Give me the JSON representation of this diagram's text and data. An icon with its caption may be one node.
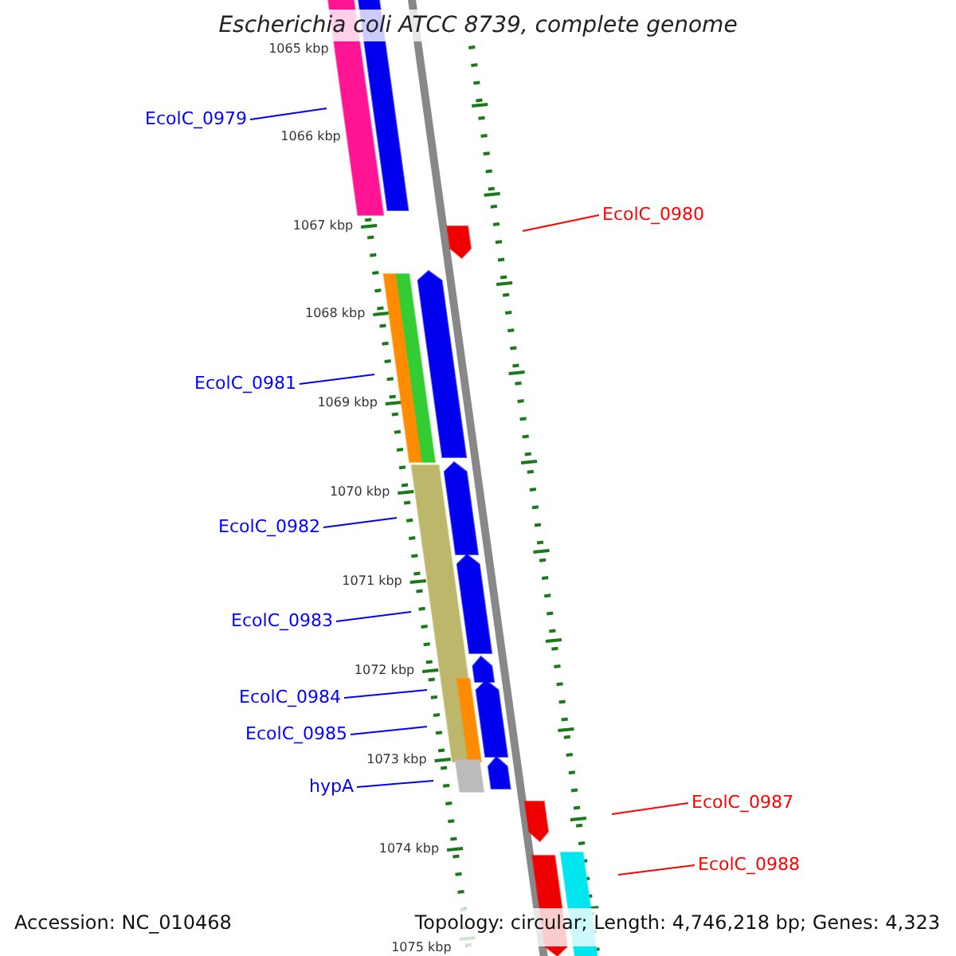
{
  "diagram": {
    "title": "Escherichia coli ATCC 8739, complete genome",
    "nodes": [
      {
        "text": [
          "EcolC_0979"
        ]
      },
      {
        "text": [
          "EcolC_0980"
        ]
      },
      {
        "text": [
          "EcolC_0981"
        ]
      },
      {
        "text": [
          "EcolC_0982"
        ]
      },
      {
        "text": [
          "EcolC_0983"
        ]
      },
      {
        "text": [
          "EcolC_0984"
        ]
      },
      {
        "text": [
          "EcolC_0985"
        ]
      },
      {
        "text": [
          "hypA"
        ]
      },
      {
        "text": [
          "EcolC_0987"
        ]
      },
      {
        "text": [
          "EcolC_0988"
        ]
      }
    ],
    "edges": [
      {
        "from": 0,
        "to": null,
        "arrow": "none"
      },
      {
        "from": 1,
        "to": null,
        "arrow": "none",
        "color": "#ff0000"
      },
      {
        "from": 2,
        "to": null,
        "arrow": "none"
      },
      {
        "from": 3,
        "to": null,
        "arrow": "none"
      },
      {
        "from": 4,
        "to": null,
        "arrow": "none"
      },
      {
        "from": 5,
        "to": null,
        "arrow": "none"
      },
      {
        "from": 6,
        "to": null,
        "arrow": "none"
      },
      {
        "from": 7,
        "to": null,
        "arrow": "none"
      },
      {
        "from": 8,
        "to": null,
        "arrow": "none",
        "color": "#ff0000"
      },
      {
        "from": 9,
        "to": null,
        "arrow": "none",
        "color": "#ff0000"
      }
    ],
    "labels": [
      "1065 kbp",
      "1066 kbp",
      "1067 kbp",
      "1068 kbp",
      "1069 kbp",
      "1070 kbp",
      "1071 kbp",
      "1072 kbp",
      "1073 kbp",
      "1074 kbp",
      "1075 kbp",
      "Accession: NC_010468",
      "Topology: circular; Length: 4,746,218 bp; Genes: 4,323"
    ]
  }
}
